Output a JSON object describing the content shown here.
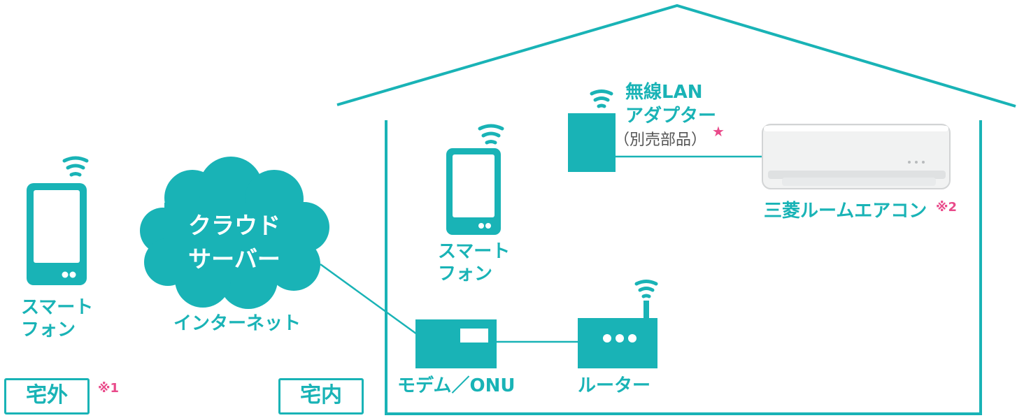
{
  "colors": {
    "accent": "#19b3b6",
    "note": "#e94a8a"
  },
  "outside": {
    "smartphone_label_line1": "スマート",
    "smartphone_label_line2": "フォン",
    "zone_badge": "宅外",
    "zone_note": "※1"
  },
  "cloud": {
    "line1": "クラウド",
    "line2": "サーバー",
    "caption": "インターネット"
  },
  "inside": {
    "zone_badge": "宅内",
    "smartphone_label_line1": "スマート",
    "smartphone_label_line2": "フォン",
    "adapter_label_line1": "無線LAN",
    "adapter_label_line2": "アダプター",
    "adapter_label_line3": "（別売部品）",
    "adapter_mark": "★",
    "aircon_label": "三菱ルームエアコン",
    "aircon_note": "※2",
    "modem_label": "モデム／ONU",
    "router_label": "ルーター"
  },
  "icons": {
    "wifi": "wifi-icon",
    "smartphone": "smartphone-icon",
    "cloud": "cloud-icon",
    "adapter": "wireless-adapter-icon",
    "aircon": "air-conditioner-icon",
    "modem": "modem-icon",
    "router": "router-icon"
  }
}
